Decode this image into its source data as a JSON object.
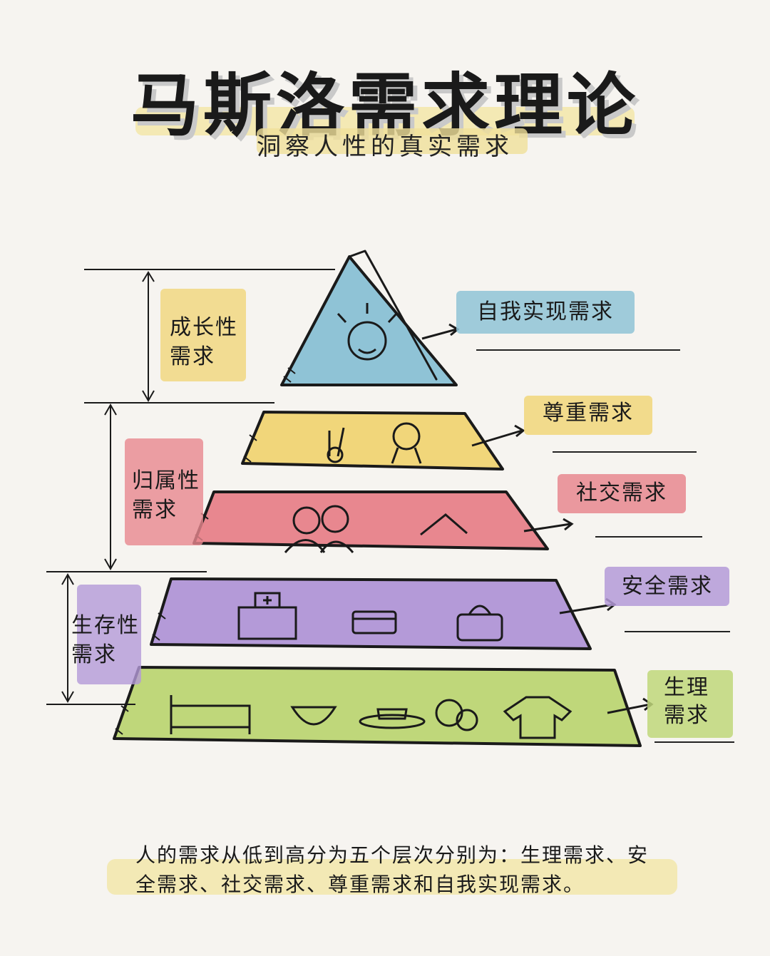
{
  "title": "马斯洛需求理论",
  "subtitle": "洞察人性的真实需求",
  "groups": {
    "growth": "成长性需求",
    "belonging": "归属性需求",
    "survival": "生存性需求"
  },
  "levels": [
    {
      "label": "自我实现需求",
      "color": "#8fc3d6"
    },
    {
      "label": "尊重需求",
      "color": "#f1d67a"
    },
    {
      "label": "社交需求",
      "color": "#e8878f"
    },
    {
      "label": "安全需求",
      "color": "#b49ad8"
    },
    {
      "label": "生理需求",
      "color": "#bfd77a"
    }
  ],
  "footer": "人的需求从低到高分为五个层次分别为：生理需求、安全需求、社交需求、尊重需求和自我实现需求。"
}
